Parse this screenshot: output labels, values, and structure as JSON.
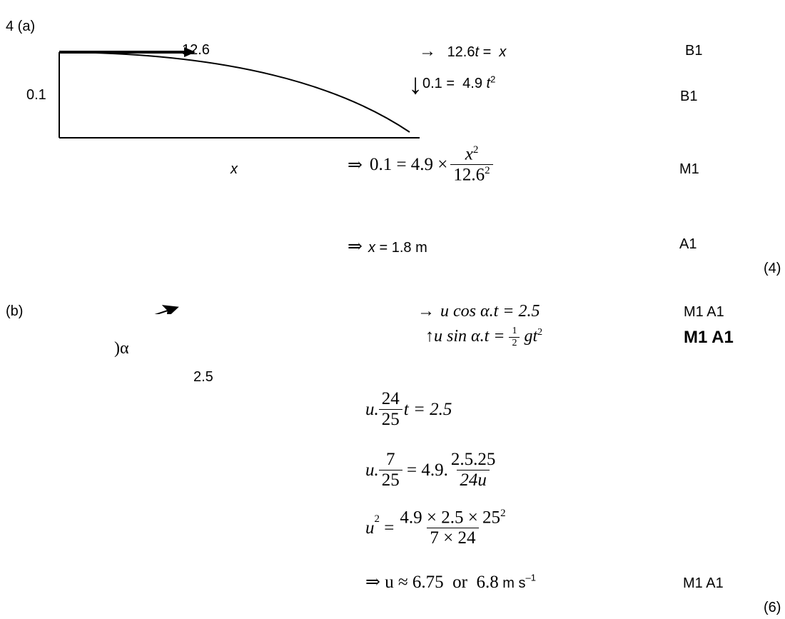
{
  "part_a": {
    "question_label": "4  (a)",
    "diagram": {
      "arrow_label": "12.6",
      "height_label": "0.1",
      "distance_label": "x"
    },
    "line1": {
      "arrow": "→",
      "text_a": "12.6",
      "var_t": "t",
      "text_b": " =  ",
      "var_x": "x",
      "mark": "B1"
    },
    "line2": {
      "arrow": "↓",
      "text": "0.1 =  4.9 ",
      "var_t": "t",
      "sup": "2",
      "mark": "B1"
    },
    "line3": {
      "implies": "⇒",
      "lhs": "0.1 = 4.9 ×",
      "num_base": "x",
      "num_sup": "2",
      "den_base": "12.6",
      "den_sup": "2",
      "mark": "M1"
    },
    "line4": {
      "implies": "⇒",
      "var_x": "x",
      "text": " = 1.8 m",
      "mark": "A1"
    },
    "total": "(4)"
  },
  "part_b": {
    "question_label": "(b)",
    "diagram": {
      "angle_label": ")α",
      "distance_label": "2.5"
    },
    "line1": {
      "arrow": "→",
      "expr": "u cos α.t = 2.5",
      "mark": "M1 A1"
    },
    "line2": {
      "arrow": "↑",
      "expr_a": "u sin α.t = ",
      "half_num": "1",
      "half_den": "2",
      "expr_b": " gt",
      "sup": "2",
      "mark": "M1 A1"
    },
    "line3": {
      "u": "u.",
      "num": "24",
      "den": "25",
      "rest": "t = 2.5"
    },
    "line4": {
      "u": "u.",
      "num": "7",
      "den": "25",
      "mid": " = 4.9.",
      "num2": "2.5.25",
      "den2": "24u"
    },
    "line5": {
      "lhs_base": "u",
      "lhs_sup": "2",
      "eq": " =",
      "num_a": "4.9 × 2.5 × 25",
      "num_sup": "2",
      "den": "7 × 24"
    },
    "line6": {
      "implies": "⇒",
      "expr": " u ≈ 6.75  or  6.8",
      "unit_a": " m s",
      "unit_sup": "–1",
      "mark": "M1 A1"
    },
    "total": "(6)"
  }
}
